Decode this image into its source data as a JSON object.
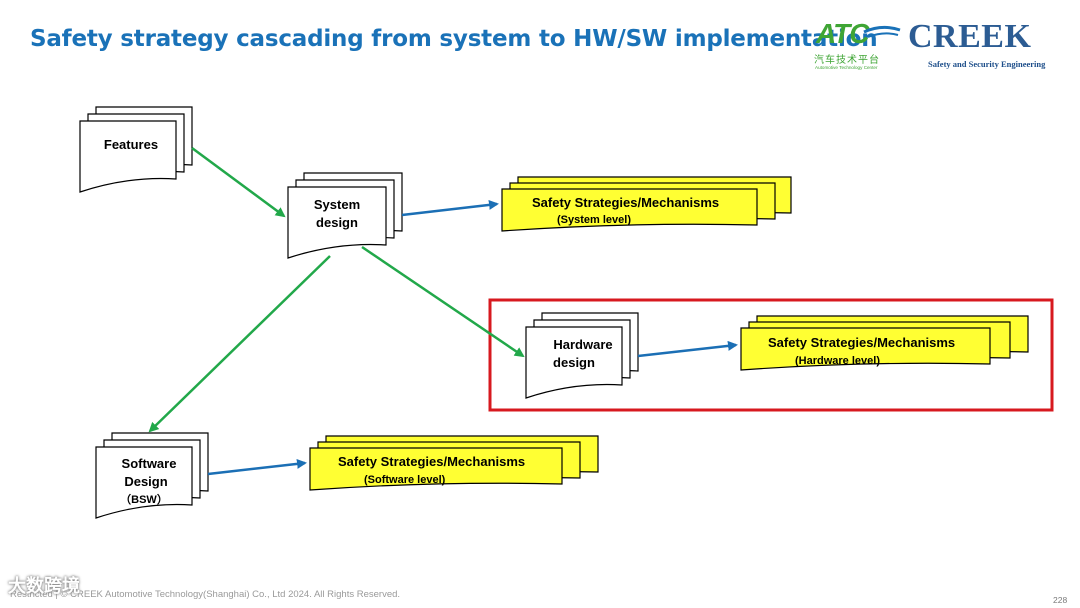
{
  "header": {
    "title": "Safety strategy cascading from system to HW/SW implementation"
  },
  "logos": {
    "atc": {
      "mark": "ATC",
      "cn": "汽车技术平台",
      "en": "Automotive Technology Center"
    },
    "creek": {
      "name": "CREEK",
      "tagline": "Safety and Security Engineering"
    }
  },
  "diagram": {
    "features": {
      "label": "Features"
    },
    "system_design": {
      "line1": "System",
      "line2": "design"
    },
    "hardware_design": {
      "line1": "Hardware",
      "line2": "design"
    },
    "software_design": {
      "line1": "Software",
      "line2": "Design",
      "line3": "（BSW）"
    },
    "safety_system": {
      "title": "Safety Strategies/Mechanisms",
      "sub": "(System level)"
    },
    "safety_hardware": {
      "title": "Safety Strategies/Mechanisms",
      "sub": "(Hardware level)"
    },
    "safety_software": {
      "title": "Safety Strategies/Mechanisms",
      "sub": "(Software level)"
    },
    "colors": {
      "green_arrow": "#22a84a",
      "blue_arrow": "#1b6fb5",
      "highlight": "#d7191f",
      "box_fill": "#ffff33"
    }
  },
  "footer": {
    "copyright": "Restricted | © CREEK Automotive Technology(Shanghai) Co., Ltd 2024. All Rights Reserved.",
    "watermark": "大数跨境",
    "page_number": "228"
  }
}
